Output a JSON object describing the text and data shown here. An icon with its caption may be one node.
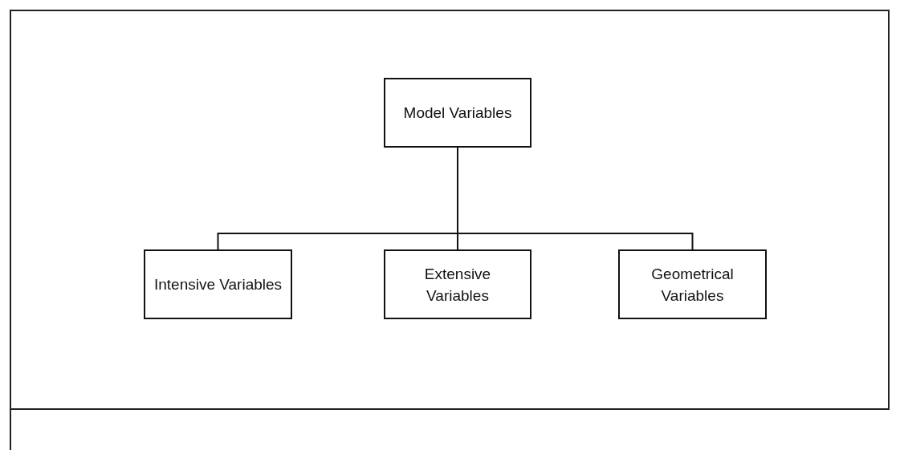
{
  "diagram": {
    "nodes": [
      {
        "text": [
          "Model Variables"
        ]
      },
      {
        "text": [
          "Intensive Variables"
        ]
      },
      {
        "text": [
          "Extensive Variables"
        ]
      },
      {
        "text": [
          "Geometrical Variables"
        ]
      }
    ],
    "edges": [
      {
        "from": 0,
        "to": 1,
        "arrow": "none"
      },
      {
        "from": 0,
        "to": 2,
        "arrow": "none"
      },
      {
        "from": 0,
        "to": 3,
        "arrow": "none"
      }
    ]
  }
}
